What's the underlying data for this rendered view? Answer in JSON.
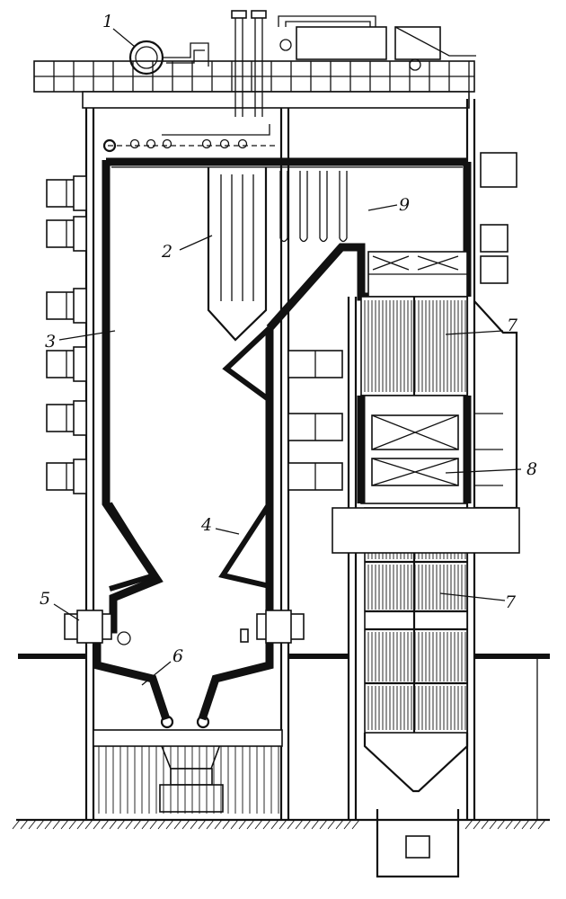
{
  "diagram": {
    "labels": [
      {
        "id": "1",
        "text": "1"
      },
      {
        "id": "2",
        "text": "2"
      },
      {
        "id": "3",
        "text": "3"
      },
      {
        "id": "4",
        "text": "4"
      },
      {
        "id": "5",
        "text": "5"
      },
      {
        "id": "6",
        "text": "6"
      },
      {
        "id": "7a",
        "text": "7"
      },
      {
        "id": "7b",
        "text": "7"
      },
      {
        "id": "8",
        "text": "8"
      },
      {
        "id": "9",
        "text": "9"
      }
    ]
  }
}
